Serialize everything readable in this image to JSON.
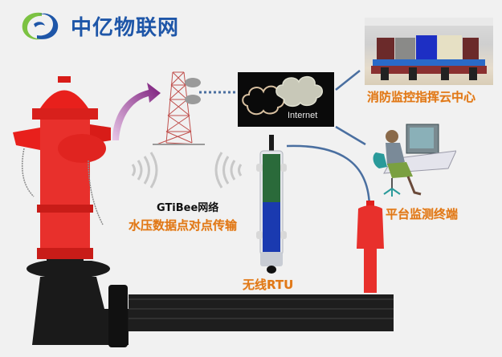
{
  "logo": {
    "name": "中亿物联网",
    "colors": {
      "text": "#1e56a8",
      "swirl_green": "#7cc242",
      "swirl_blue": "#1e56a8"
    }
  },
  "nodes": {
    "control_center": {
      "label": "消防监控指挥云中心"
    },
    "internet": {
      "label": "Internet"
    },
    "network": {
      "label": "GTiBee网络"
    },
    "transmission": {
      "label": "水压数据点对点传输"
    },
    "rtu": {
      "label": "无线RTU"
    },
    "terminal": {
      "label": "平台监测终端"
    }
  },
  "colors": {
    "background": "#f1f1f1",
    "label_orange": "#e07818",
    "link_blue": "#4a6fa0",
    "hydrant_red": "#e0201c",
    "arrow_purple": "#8a2a8a"
  }
}
